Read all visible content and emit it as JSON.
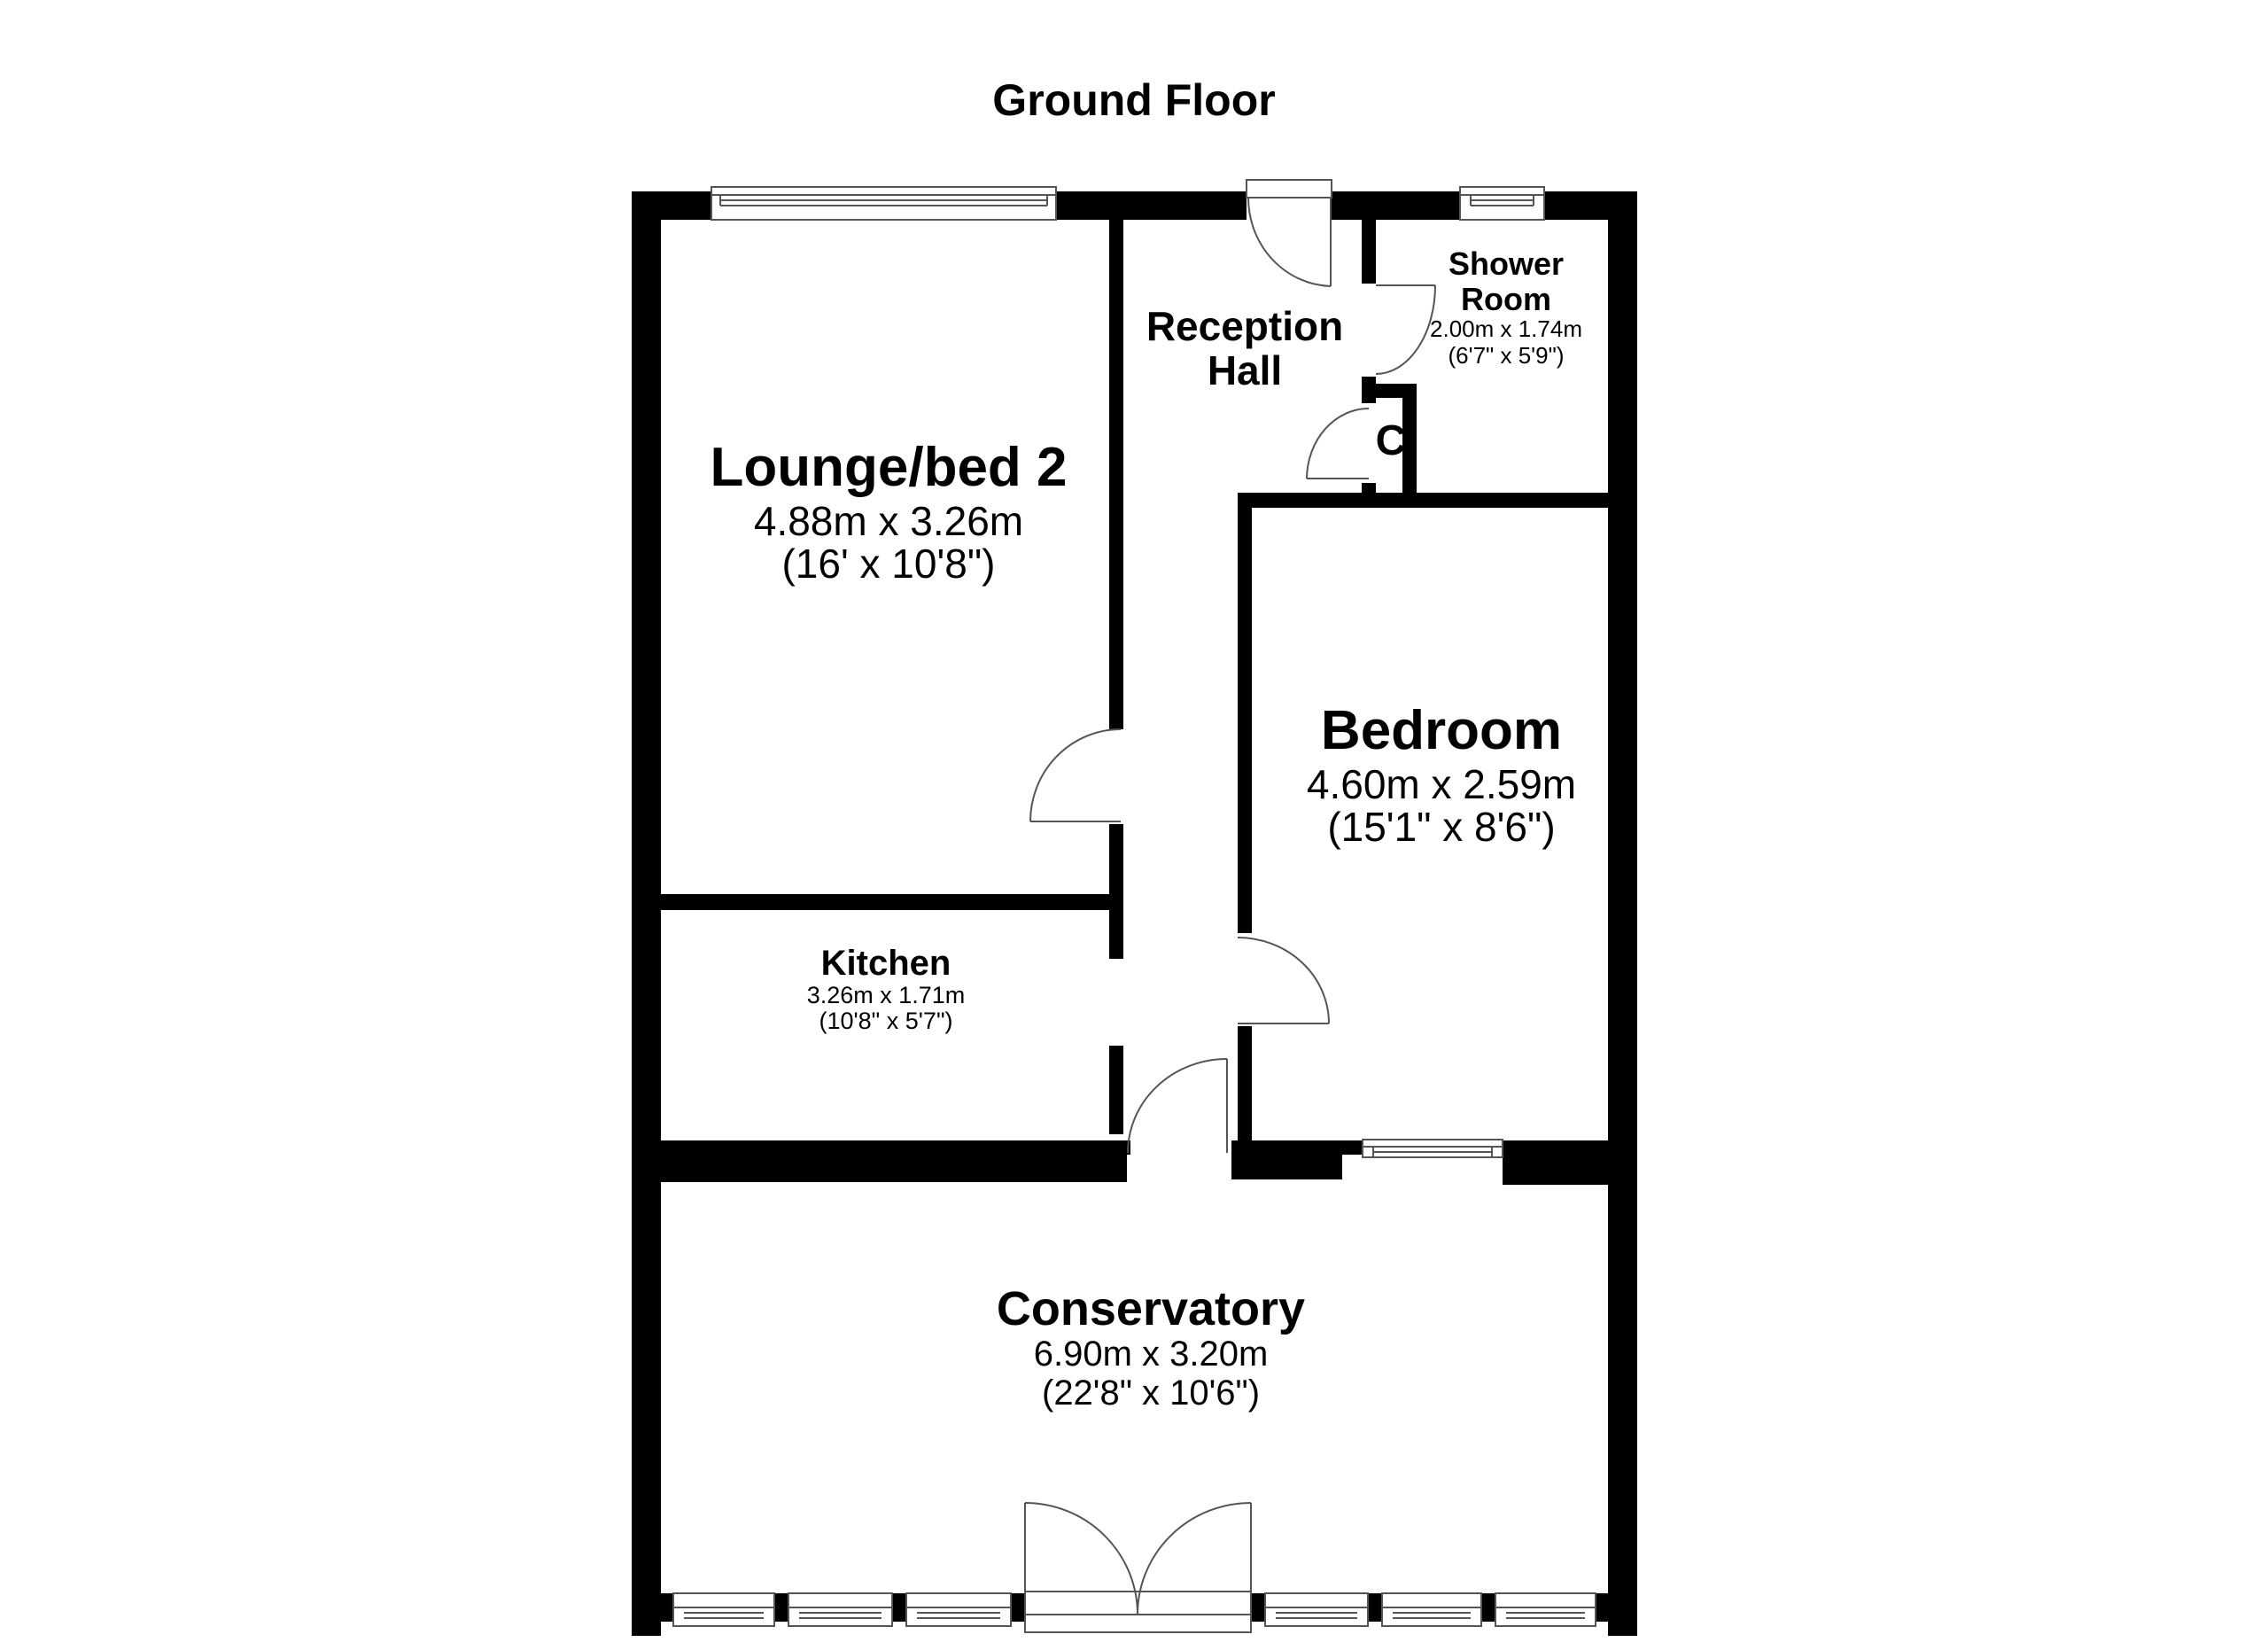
{
  "plan": {
    "title": "Ground Floor",
    "colors": {
      "wall": "#000000",
      "background": "#ffffff",
      "fixture_line": "#555555"
    }
  },
  "rooms": {
    "lounge": {
      "name": "Lounge/bed 2",
      "metric": "4.88m x 3.26m",
      "imperial": "(16' x 10'8\")"
    },
    "reception": {
      "name_line1": "Reception",
      "name_line2": "Hall"
    },
    "shower": {
      "name_line1": "Shower",
      "name_line2": "Room",
      "metric": "2.00m x 1.74m",
      "imperial": "(6'7\" x 5'9\")"
    },
    "cupboard": {
      "name": "C"
    },
    "bedroom": {
      "name": "Bedroom",
      "metric": "4.60m x 2.59m",
      "imperial": "(15'1\" x 8'6\")"
    },
    "kitchen": {
      "name": "Kitchen",
      "metric": "3.26m x 1.71m",
      "imperial": "(10'8\" x 5'7\")"
    },
    "conservatory": {
      "name": "Conservatory",
      "metric": "6.90m x 3.20m",
      "imperial": "(22'8\" x 10'6\")"
    }
  }
}
